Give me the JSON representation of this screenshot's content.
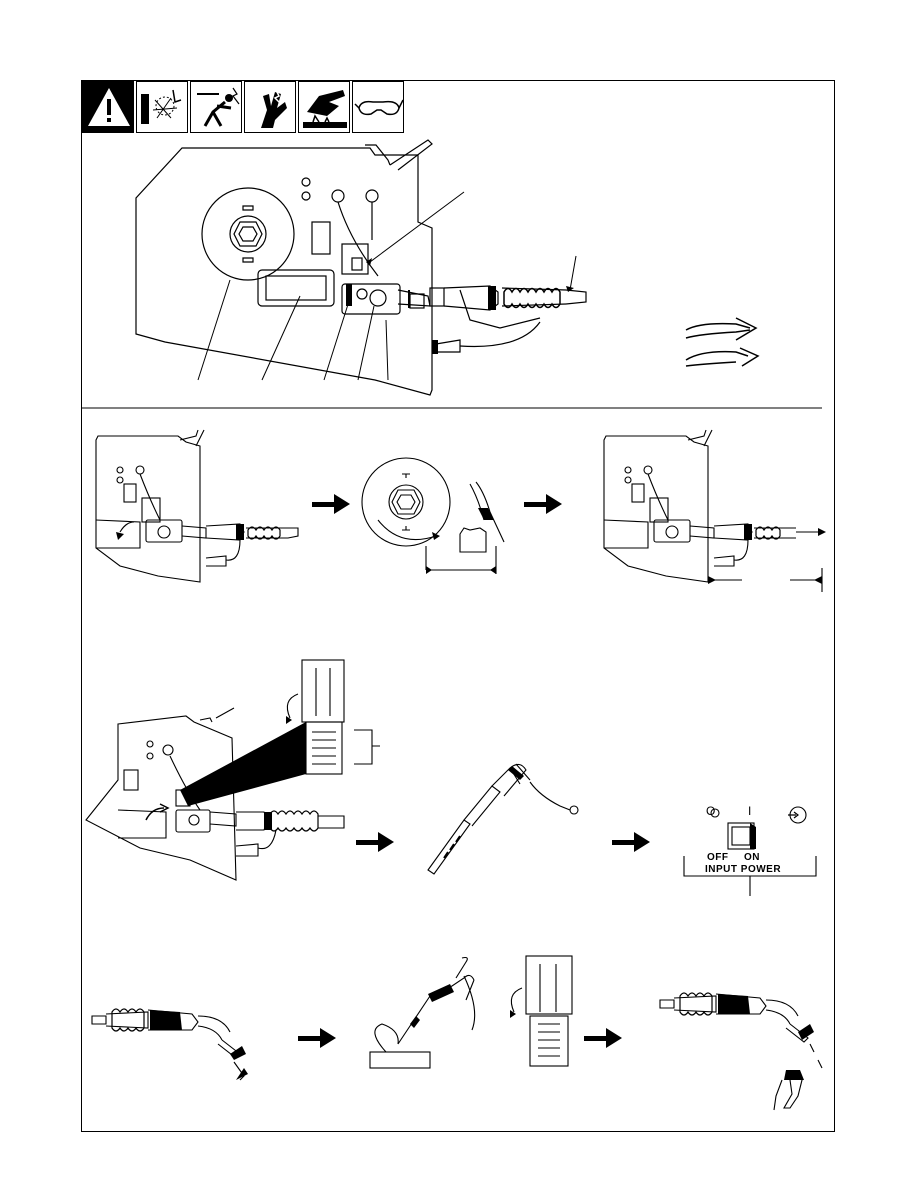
{
  "safety_icons": [
    {
      "name": "warning-triangle-icon"
    },
    {
      "name": "electric-shock-icon"
    },
    {
      "name": "falling-person-icon"
    },
    {
      "name": "hot-glove-icon"
    },
    {
      "name": "hot-hand-icon"
    },
    {
      "name": "safety-glasses-icon"
    }
  ],
  "power_switch": {
    "symbol_off": "O",
    "symbol_on": "I",
    "label_off": "OFF",
    "label_on": "ON",
    "panel_label": "INPUT POWER"
  }
}
